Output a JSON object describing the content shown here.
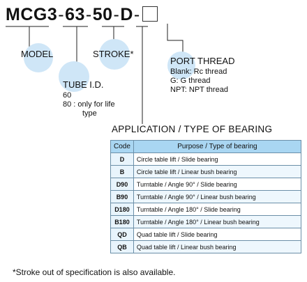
{
  "model_code": {
    "series": "MCG3",
    "sep1": "-",
    "tube": "63",
    "sep2": "-",
    "stroke": "50",
    "sep3": "-",
    "application": "D",
    "sep4": "-"
  },
  "labels": {
    "model": "MODEL",
    "stroke": "STROKE*",
    "tube_title": "TUBE I.D.",
    "tube_line1": "60",
    "tube_line2": "80 : only for life",
    "tube_line3": "type",
    "port_title": "PORT THREAD",
    "port_line1": "Blank: Rc thread",
    "port_line2": "G: G thread",
    "port_line3": "NPT: NPT thread"
  },
  "application": {
    "title": "APPLICATION / TYPE OF BEARING",
    "headers": {
      "code": "Code",
      "purpose": "Purpose / Type of bearing"
    },
    "rows": [
      {
        "code": "D",
        "purpose": "Circle table lift / Slide bearing"
      },
      {
        "code": "B",
        "purpose": "Circle table lift / Linear bush bearing"
      },
      {
        "code": "D90",
        "purpose": "Turntable / Angle 90° / Slide bearing"
      },
      {
        "code": "B90",
        "purpose": "Turntable / Angle 90° / Linear bush bearing"
      },
      {
        "code": "D180",
        "purpose": "Turntable / Angle 180° / Slide bearing"
      },
      {
        "code": "B180",
        "purpose": "Turntable / Angle 180° / Linear bush bearing"
      },
      {
        "code": "QD",
        "purpose": "Quad table lift / Slide bearing"
      },
      {
        "code": "QB",
        "purpose": "Quad table lift / Linear bush bearing"
      }
    ]
  },
  "footnote": "*Stroke out of specification is also available.",
  "colors": {
    "bubble": "#cfe6f7",
    "header": "#a9d6f2",
    "border": "#6b8fa8"
  }
}
